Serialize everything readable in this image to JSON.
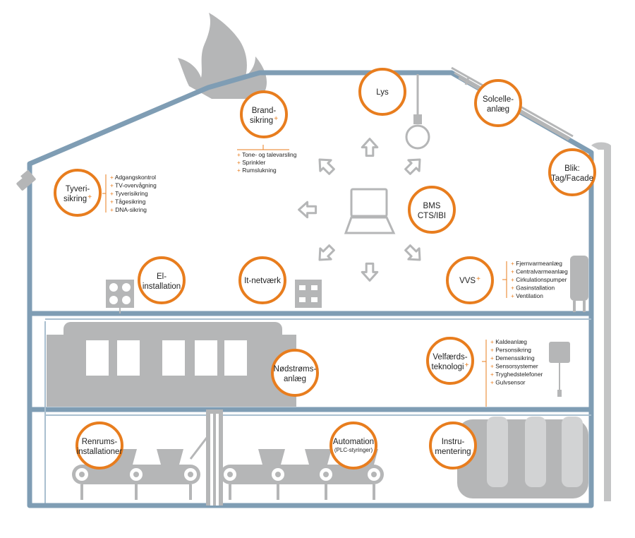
{
  "colors": {
    "frame": "#7f9db4",
    "frame_light": "#a9bfcf",
    "gray": "#b5b6b7",
    "gray_light": "#d2d3d4",
    "orange": "#e87d1e",
    "text": "#222222"
  },
  "icons": [
    "flame-icon",
    "camera-icon",
    "lamp-icon",
    "solar-panel-icon",
    "laptop-icon",
    "arrow-icon",
    "socket-icon",
    "network-outlet-icon",
    "boiler-icon",
    "sensor-icon",
    "generator-icon",
    "conveyor-icon",
    "tank-icon"
  ],
  "nodes": {
    "brand": {
      "line1": "Brand-",
      "line2": "sikring",
      "plus": "+"
    },
    "lys": {
      "line1": "Lys"
    },
    "solcelle": {
      "line1": "Solcelle-",
      "line2": "anlæg"
    },
    "tyveri": {
      "line1": "Tyveri-",
      "line2": "sikring",
      "plus": "+"
    },
    "blik": {
      "line1": "Blik:",
      "line2": "Tag/Facade"
    },
    "bms": {
      "line1": "BMS",
      "line2": "CTS/IBI"
    },
    "el": {
      "line1": "El-",
      "line2": "installation"
    },
    "it": {
      "line1": "It-netværk"
    },
    "vvs": {
      "line1": "VVS",
      "plus": "+"
    },
    "velfaerd": {
      "line1": "Velfærds-",
      "line2": "teknologi",
      "plus": "+"
    },
    "nodstrom": {
      "line1": "Nødstrøms-",
      "line2": "anlæg"
    },
    "renrum": {
      "line1": "Renrums-",
      "line2": "installationer"
    },
    "automation": {
      "line1": "Automation",
      "line2": "(PLC-styringer)"
    },
    "instrument": {
      "line1": "Instru-",
      "line2": "mentering"
    }
  },
  "lists": {
    "brand": [
      "Tone- og talevarsling",
      "Sprinkler",
      "Rumslukning"
    ],
    "tyveri": [
      "Adgangskontrol",
      "TV-overvågning",
      "Tyverisikring",
      "Tågesikring",
      "DNA-sikring"
    ],
    "vvs": [
      "Fjernvarmeanlæg",
      "Centralvarmeanlæg",
      "Cirkulationspumper",
      "Gasinstallation",
      "Ventilation"
    ],
    "velfaerd": [
      "Kaldeanlæg",
      "Personsikring",
      "Demenssikring",
      "Sensorsystemer",
      "Tryghedstelefoner",
      "Gulvsensor"
    ]
  },
  "bullet": "+"
}
